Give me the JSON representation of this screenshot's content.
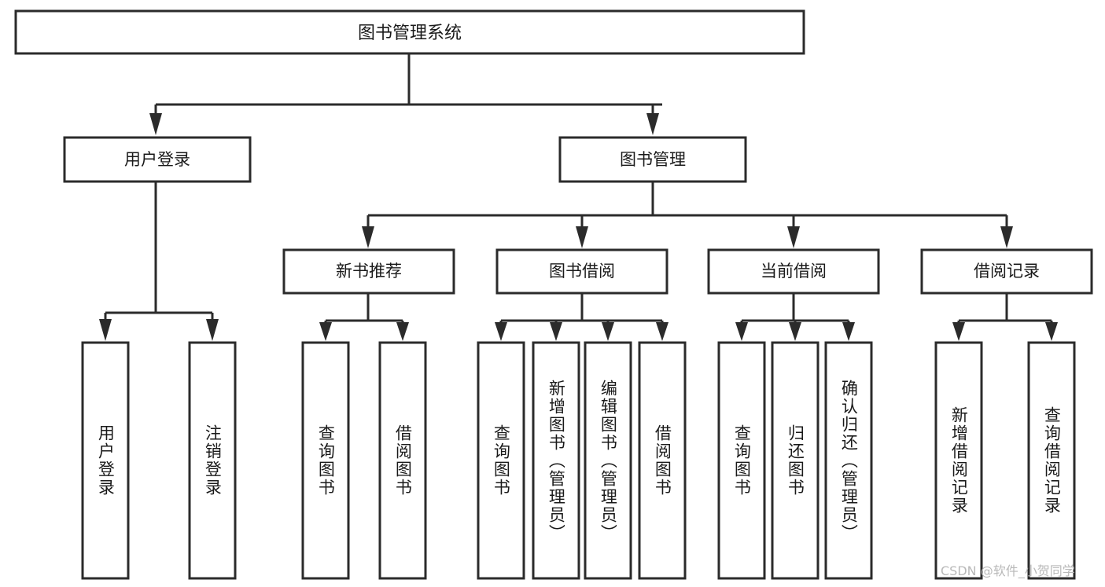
{
  "diagram": {
    "type": "tree",
    "title": "图书管理系统",
    "watermark": "CSDN @软件_小贺同学",
    "colors": {
      "box_fill": "#ffffff",
      "box_stroke": "#2b2b2b",
      "connector": "#2b2b2b",
      "text": "#1a1a1a",
      "watermark": "#b9b9b9",
      "background": "#ffffff"
    },
    "levels": {
      "root": {
        "label": "图书管理系统"
      },
      "level2": [
        {
          "label": "用户登录"
        },
        {
          "label": "图书管理"
        }
      ],
      "level3": [
        {
          "label": "新书推荐"
        },
        {
          "label": "图书借阅"
        },
        {
          "label": "当前借阅"
        },
        {
          "label": "借阅记录"
        }
      ],
      "leaves": [
        {
          "label": "用户登录",
          "parent": "用户登录"
        },
        {
          "label": "注销登录",
          "parent": "用户登录"
        },
        {
          "label": "查询图书",
          "parent": "新书推荐"
        },
        {
          "label": "借阅图书",
          "parent": "新书推荐"
        },
        {
          "label": "查询图书",
          "parent": "图书借阅"
        },
        {
          "label": "新增图书（管理员）",
          "parent": "图书借阅"
        },
        {
          "label": "编辑图书（管理员）",
          "parent": "图书借阅"
        },
        {
          "label": "借阅图书",
          "parent": "图书借阅"
        },
        {
          "label": "查询图书",
          "parent": "当前借阅"
        },
        {
          "label": "归还图书",
          "parent": "当前借阅"
        },
        {
          "label": "确认归还（管理员）",
          "parent": "当前借阅"
        },
        {
          "label": "新增借阅记录",
          "parent": "借阅记录"
        },
        {
          "label": "查询借阅记录",
          "parent": "借阅记录"
        }
      ]
    }
  }
}
